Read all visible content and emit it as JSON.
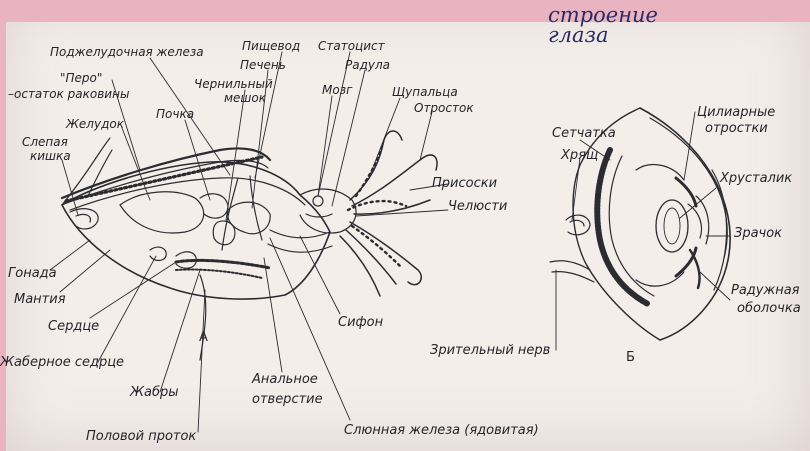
{
  "handwritten_title": {
    "line1": "строение",
    "line2": "глаза"
  },
  "panel_a": {
    "letter": "А",
    "labels": {
      "pancreas": "Поджелудочная железа",
      "esophagus": "Пищевод",
      "statocyst": "Статоцист",
      "pen": "\"Перо\"",
      "shell_remnant": "–остаток раковины",
      "liver": "Печень",
      "radula": "Радула",
      "ink_sac_1": "Чернильный",
      "ink_sac_2": "мешок",
      "brain": "Мозг",
      "tentacles": "Щупальца",
      "kidney": "Почка",
      "stomach": "Желудок",
      "process": "Отросток",
      "caecum_1": "Слепая",
      "caecum_2": "кишка",
      "suckers": "Присоски",
      "jaws": "Челюсти",
      "gonad": "Гонада",
      "mantle": "Мантия",
      "heart": "Сердце",
      "gill_heart": "Жаберное седрце",
      "gills": "Жабры",
      "anus_1": "Анальное",
      "anus_2": "отверстие",
      "siphon": "Сифон",
      "genital_duct": "Половой проток",
      "salivary_gland": "Слюнная железа (ядовитая)"
    }
  },
  "panel_b": {
    "letter": "Б",
    "labels": {
      "ciliary_1": "Цилиарные",
      "ciliary_2": "отростки",
      "retina": "Сетчатка",
      "cartilage": "Хрящ",
      "lens": "Хрусталик",
      "pupil": "Зрачок",
      "iris_1": "Радужная",
      "iris_2": "оболочка",
      "optic_nerve": "Зрительный нерв"
    }
  },
  "colors": {
    "ink": "#2b2b30",
    "paper": "#f3eeea",
    "border_pink": "#e9b3c0",
    "handwriting": "#2a2a66"
  }
}
